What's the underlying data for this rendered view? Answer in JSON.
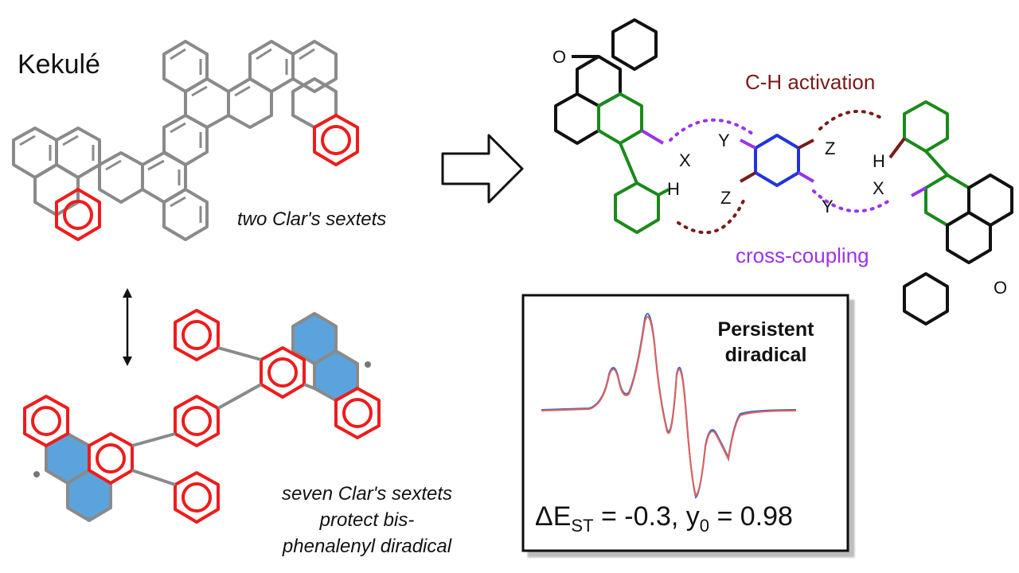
{
  "labels": {
    "kekule": "Kekulé",
    "two_clar": "two Clar's sextets",
    "seven_line1": "seven Clar's sextets",
    "seven_line2": "protect bis-",
    "seven_line3": "phenalenyl diradical",
    "ch_activation": "C-H activation",
    "cross_coupling": "cross-coupling",
    "persistent_line1": "Persistent",
    "persistent_line2": "diradical",
    "delta_e": "ΔE",
    "st": "ST",
    "formula_mid": " = -0.3, y",
    "zero": "0",
    "formula_end": " = 0.98"
  },
  "atoms": {
    "oxygen": "O",
    "halide": "X",
    "hydrogen": "H",
    "y_sub": "Y",
    "z_sub": "Z"
  },
  "colors": {
    "gray_bonds": "#8a8a8a",
    "sextet_red": "#ee1c1c",
    "radical_fill": "#5ba3dd",
    "black_bonds": "#111111",
    "green_bonds": "#1a8a1a",
    "purple": "#9933ee",
    "dark_red": "#7a1a1a",
    "blue_ring": "#2233dd",
    "epr_red": "#e0605a",
    "epr_blue": "#3a6ac8"
  }
}
